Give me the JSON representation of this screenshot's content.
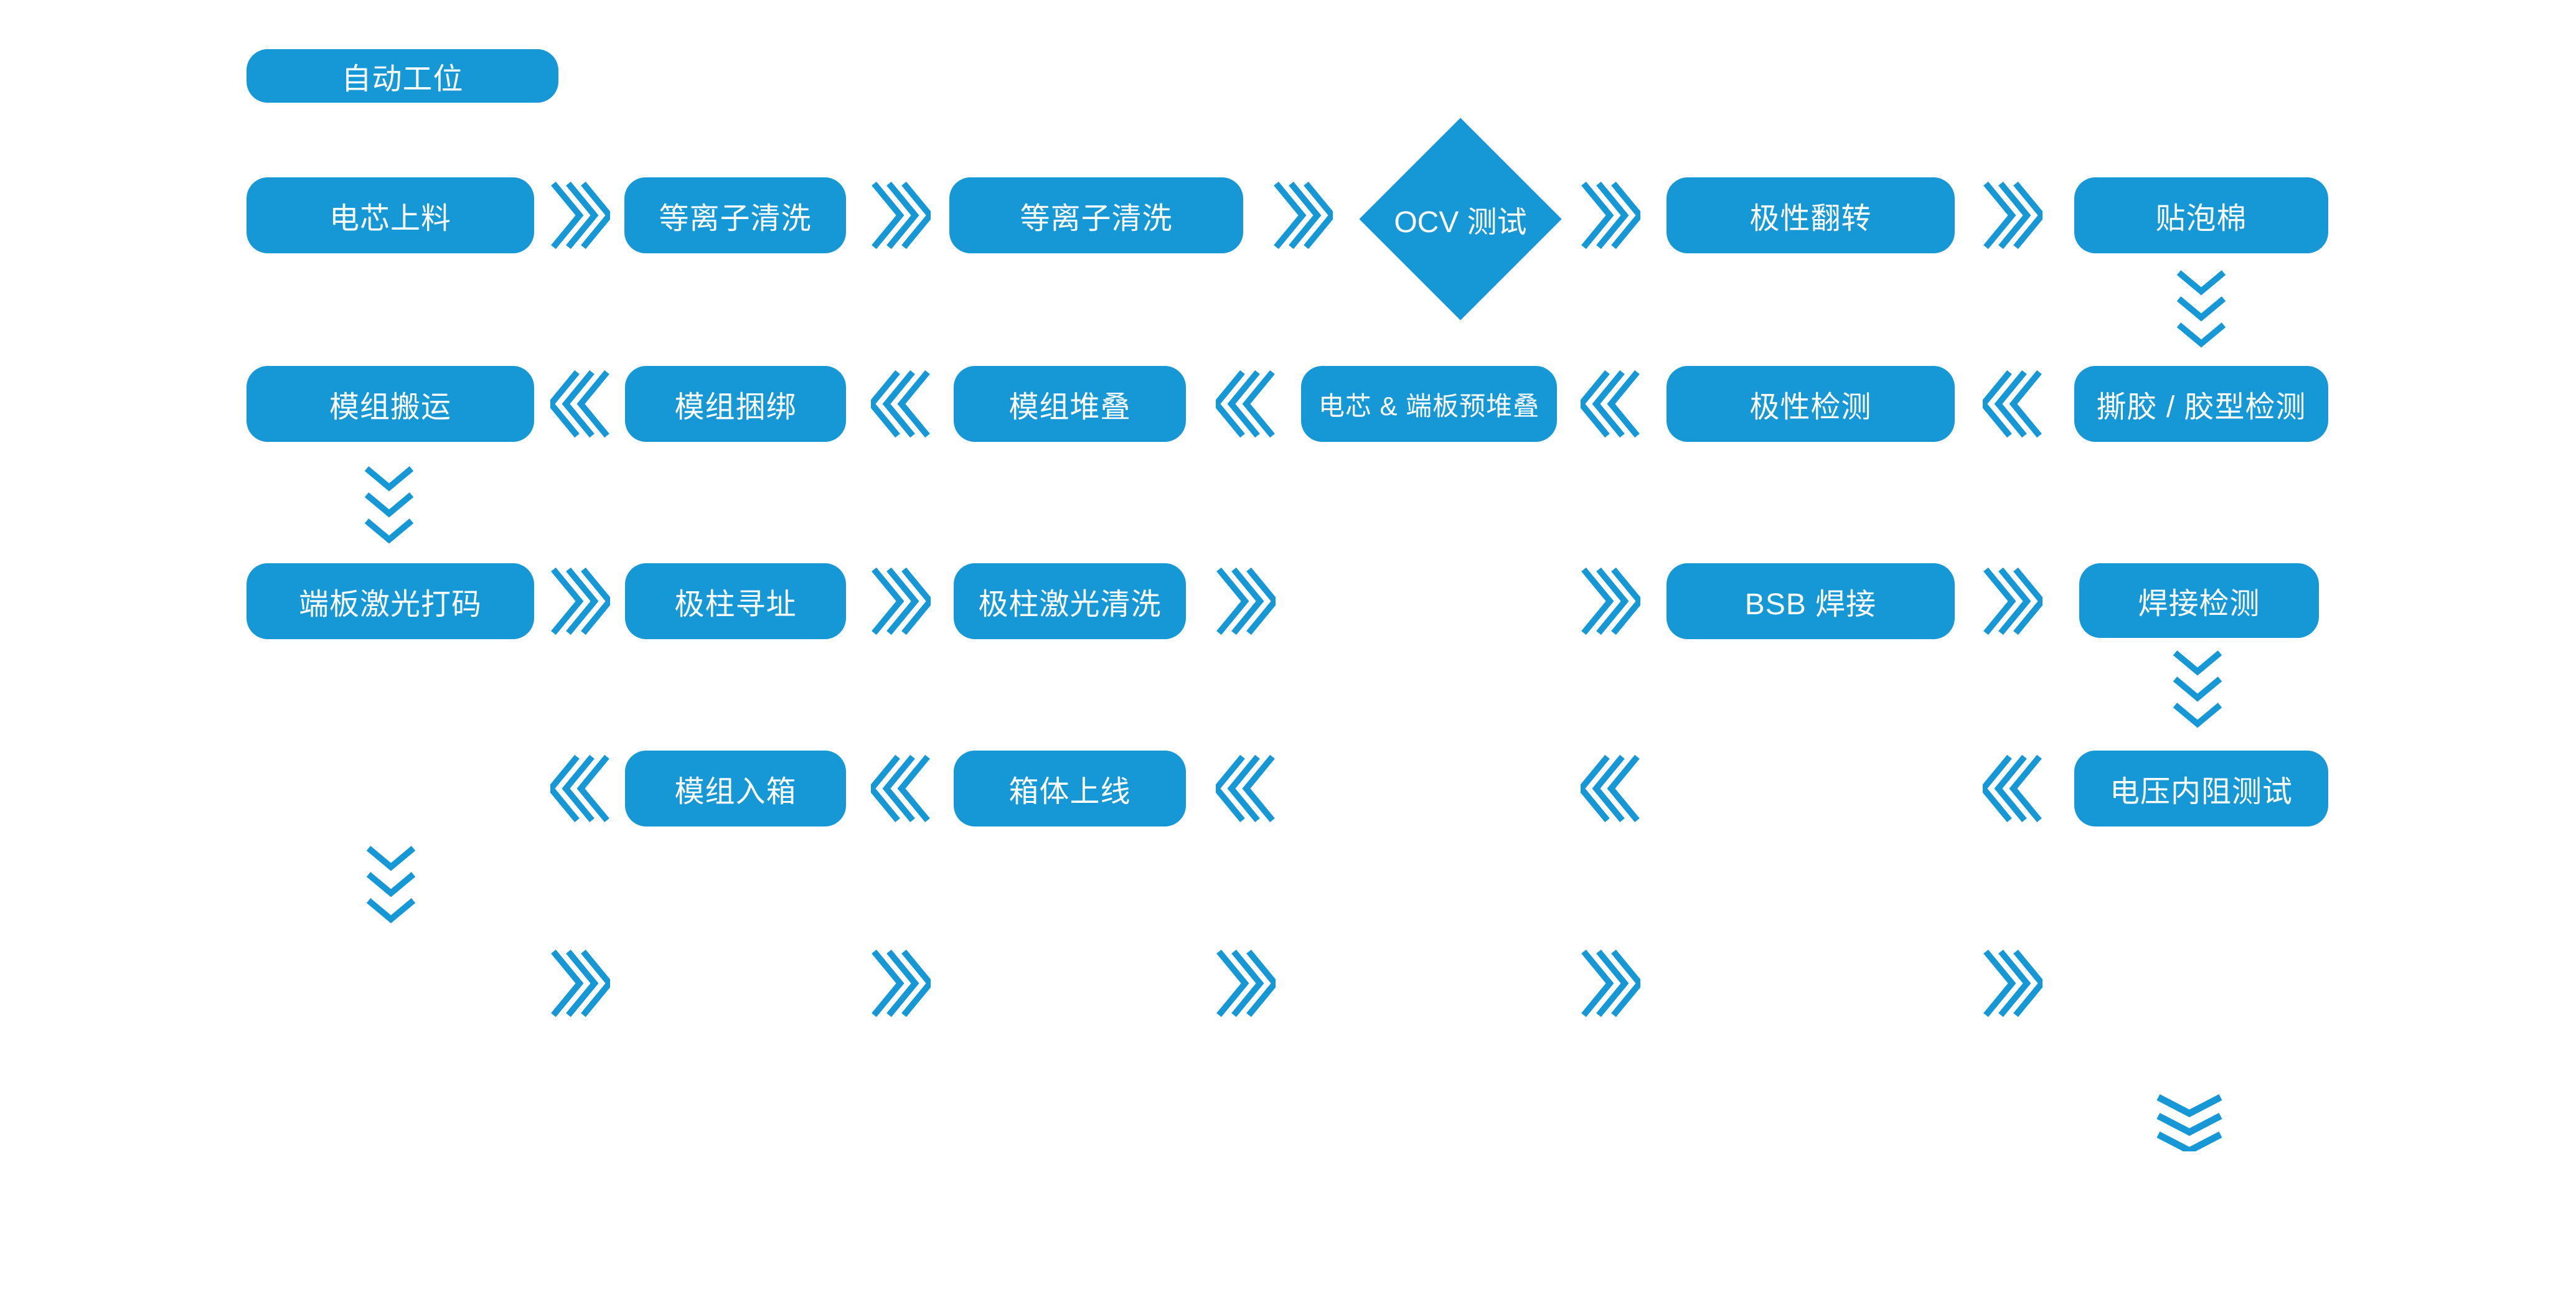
{
  "colors": {
    "primary": "#1697D6",
    "node_text": "#ffffff",
    "canvas": "#ffffff"
  },
  "legend_badge": "自动工位",
  "nodes": {
    "cell_loading": "电芯上料",
    "plasma_clean_1": "等离子清洗",
    "plasma_clean_2": "等离子清洗",
    "ocv_test": "OCV 测试",
    "polarity_flip": "极性翻转",
    "foam_taping": "贴泡棉",
    "tape_tear_glue_check": "撕胶 / 胶型检测",
    "polarity_check": "极性检测",
    "cell_endplate_prestack": "电芯 & 端板预堆叠",
    "module_stacking": "模组堆叠",
    "module_strapping": "模组捆绑",
    "module_transfer": "模组搬运",
    "endplate_laser_marking": "端板激光打码",
    "pole_addressing": "极柱寻址",
    "pole_laser_cleaning": "极柱激光清洗",
    "bsb_welding": "BSB 焊接",
    "welding_inspection": "焊接检测",
    "module_into_box": "模组入箱",
    "box_loading": "箱体上线",
    "voltage_ir_test": "电压内阻测试"
  }
}
